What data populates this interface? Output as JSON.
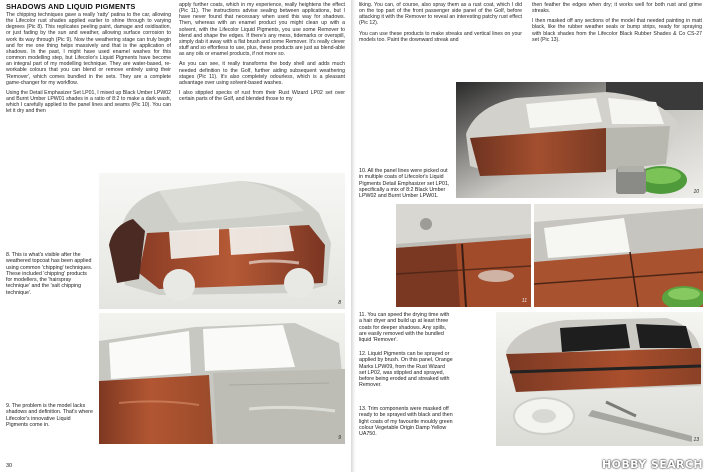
{
  "left_page": {
    "heading": "SHADOWS AND LIQUID PIGMENTS",
    "col1_paragraphs": [
      "The chipping techniques gave a really 'ratty' patina to the car, allowing the Lifecolor rust shades applied earlier to shine through to varying degrees (Pic 8). This replicates peeling paint, damage and oxidisation, or just fading by the sun and weather, allowing surface corrosion to work its way through (Pic 9). Now the weathering stage can truly begin and for me one thing helps massively and that is the application of shadows. In the past, I might have used enamel washes for this common modelling step, but Lifecolor's Liquid Pigments have become an integral part of my modelling technique. They are water-based, re-workable colours that you can blend or remove entirely using their 'Remover', which comes bundled in the sets. They are a complete game-changer for my workflow.",
      "Using the Detail Emphasizer Set LP01, I mixed up Black Umber LPW02 and Burnt Umber LPW01 shades in a ratio of 8:2 to make a dark wash, which I carefully applied to the panel lines and seams (Pic 10). You can let it dry and then"
    ],
    "col2_paragraphs": [
      "apply further coats, which in my experience, really heightens the effect (Pic 11). The instructions advise sealing between applications, but I have never found that necessary when used this way for shadows. Then, whereas with an enamel product you might clean up with a solvent, with the Lifecolor Liquid Pigments, you use some Remover to blend and shape the edges. If there's any mess, tidemarks or overspill, simply dab it away with a flat brush and some Remover. It's really clever stuff and so effortless to use, plus, these products are just as blend-able as any oils or enamel products, if not more so.",
      "As you can see, it really transforms the body shell and adds much needed definition to the Golf, further aiding subsequent weathering stages (Pic 11). It's also completely odourless, which is a pleasant advantage over using solvent-based washes.",
      "I also stippled specks of rust from their Rust Wizard LP02 set over certain parts of the Golf, and blended those to my"
    ],
    "caption_8": "8. This is what's visible after the weathered topcoat has been applied using common 'chipping' techniques. These included 'chipping' products for modellers, the 'hairspray technique' and the 'salt chipping technique'.",
    "caption_9": "9. The problem is the model lacks shadows and definition. That's where Lifecolor's innovative Liquid Pigments come in.",
    "photo_8_num": "8",
    "photo_9_num": "9",
    "folio": "30"
  },
  "right_page": {
    "col1_paragraphs": [
      "liking. You can, of course, also spray them as a rust coat, which I did on the top part of the front passenger side panel of the Golf, before attacking it with the Remover to reveal an interesting patchy rust effect (Pic 12).",
      "You can use these products to make streaks and vertical lines on your models too. Paint the downward streak and"
    ],
    "col2_paragraphs": [
      "then feather the edges when dry; it works well for both rust and grime streaks.",
      "I then masked off any sections of the model that needed painting in matt black, like the rubber weather seals or bump strips, ready for spraying with black shades from the Lifecolor Black Rubber Shades & Co CS-27 set (Pic 13)."
    ],
    "caption_10": "10. All the panel lines were picked out in multiple coats of Lifecolor's Liquid Pigments Detail Emphasizer set LP01, specifically a mix of 8:2 Black Umber LPW02 and Burnt Umber LPW01.",
    "caption_11": "11. You can speed the drying time with a hair dryer and build up at least three coats for deeper shadows. Any spills, are easily removed with the bundled liquid 'Remover'.",
    "caption_12": "12. Liquid Pigments can be sprayed or applied by brush. On this panel, Orange Marks LPW09, from the Rust Wizard set LP02, was stippled and sprayed, before being eroded and streaked with Remover.",
    "caption_13": "13. Trim components were masked off ready to be sprayed with black and then light coats of my favourite mouldy green colour Vegetable Origin Damp Yellow UA750.",
    "photo_10_num": "10",
    "photo_11_num": "11",
    "photo_13_num": "13"
  },
  "watermark": "HOBBY SEARCH",
  "colors": {
    "rust": "#a9502f",
    "rust_dark": "#6e3420",
    "silver": "#c9c9c4",
    "paper": "#ffffff"
  }
}
